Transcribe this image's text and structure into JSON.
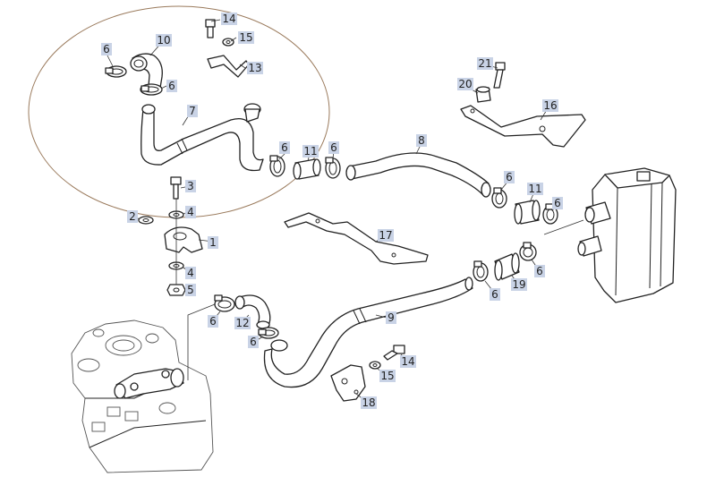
{
  "diagram": {
    "colors": {
      "label_bg": "#c9d3e6",
      "line": "#222222",
      "group_ellipse": "#9a7a5c"
    },
    "labels": {
      "l1": "1",
      "l2": "2",
      "l3": "3",
      "l4a": "4",
      "l4b": "4",
      "l5": "5",
      "l6a": "6",
      "l6b": "6",
      "l6c": "6",
      "l6d": "6",
      "l6e": "6",
      "l6f": "6",
      "l6g": "6",
      "l6h": "6",
      "l6i": "6",
      "l6j": "6",
      "l7": "7",
      "l8": "8",
      "l9": "9",
      "l10": "10",
      "l11a": "11",
      "l11b": "11",
      "l12": "12",
      "l13": "13",
      "l14a": "14",
      "l14b": "14",
      "l15a": "15",
      "l15b": "15",
      "l16": "16",
      "l17": "17",
      "l18": "18",
      "l19": "19",
      "l20": "20",
      "l21": "21"
    }
  }
}
